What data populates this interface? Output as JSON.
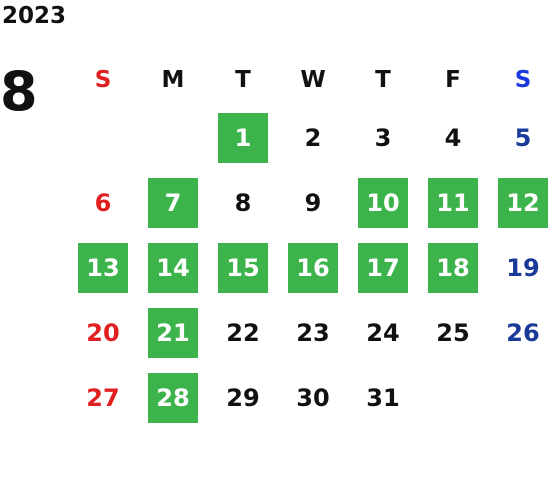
{
  "calendar": {
    "year": "2023",
    "month": "8",
    "weekdays": [
      "S",
      "M",
      "T",
      "W",
      "T",
      "F",
      "S"
    ],
    "weeks": [
      [
        {
          "day": "",
          "highlight": false
        },
        {
          "day": "",
          "highlight": false
        },
        {
          "day": "1",
          "highlight": true
        },
        {
          "day": "2",
          "highlight": false
        },
        {
          "day": "3",
          "highlight": false
        },
        {
          "day": "4",
          "highlight": false
        },
        {
          "day": "5",
          "highlight": false
        }
      ],
      [
        {
          "day": "6",
          "highlight": false
        },
        {
          "day": "7",
          "highlight": true
        },
        {
          "day": "8",
          "highlight": false
        },
        {
          "day": "9",
          "highlight": false
        },
        {
          "day": "10",
          "highlight": true
        },
        {
          "day": "11",
          "highlight": true
        },
        {
          "day": "12",
          "highlight": true
        }
      ],
      [
        {
          "day": "13",
          "highlight": true
        },
        {
          "day": "14",
          "highlight": true
        },
        {
          "day": "15",
          "highlight": true
        },
        {
          "day": "16",
          "highlight": true
        },
        {
          "day": "17",
          "highlight": true
        },
        {
          "day": "18",
          "highlight": true
        },
        {
          "day": "19",
          "highlight": false
        }
      ],
      [
        {
          "day": "20",
          "highlight": false
        },
        {
          "day": "21",
          "highlight": true
        },
        {
          "day": "22",
          "highlight": false
        },
        {
          "day": "23",
          "highlight": false
        },
        {
          "day": "24",
          "highlight": false
        },
        {
          "day": "25",
          "highlight": false
        },
        {
          "day": "26",
          "highlight": false
        }
      ],
      [
        {
          "day": "27",
          "highlight": false
        },
        {
          "day": "28",
          "highlight": true
        },
        {
          "day": "29",
          "highlight": false
        },
        {
          "day": "30",
          "highlight": false
        },
        {
          "day": "31",
          "highlight": false
        },
        {
          "day": "",
          "highlight": false
        },
        {
          "day": "",
          "highlight": false
        }
      ]
    ]
  },
  "colors": {
    "highlight": "#3cb44b",
    "sunday": "#e02020",
    "saturday": "#1a3a9a",
    "text": "#111111"
  }
}
